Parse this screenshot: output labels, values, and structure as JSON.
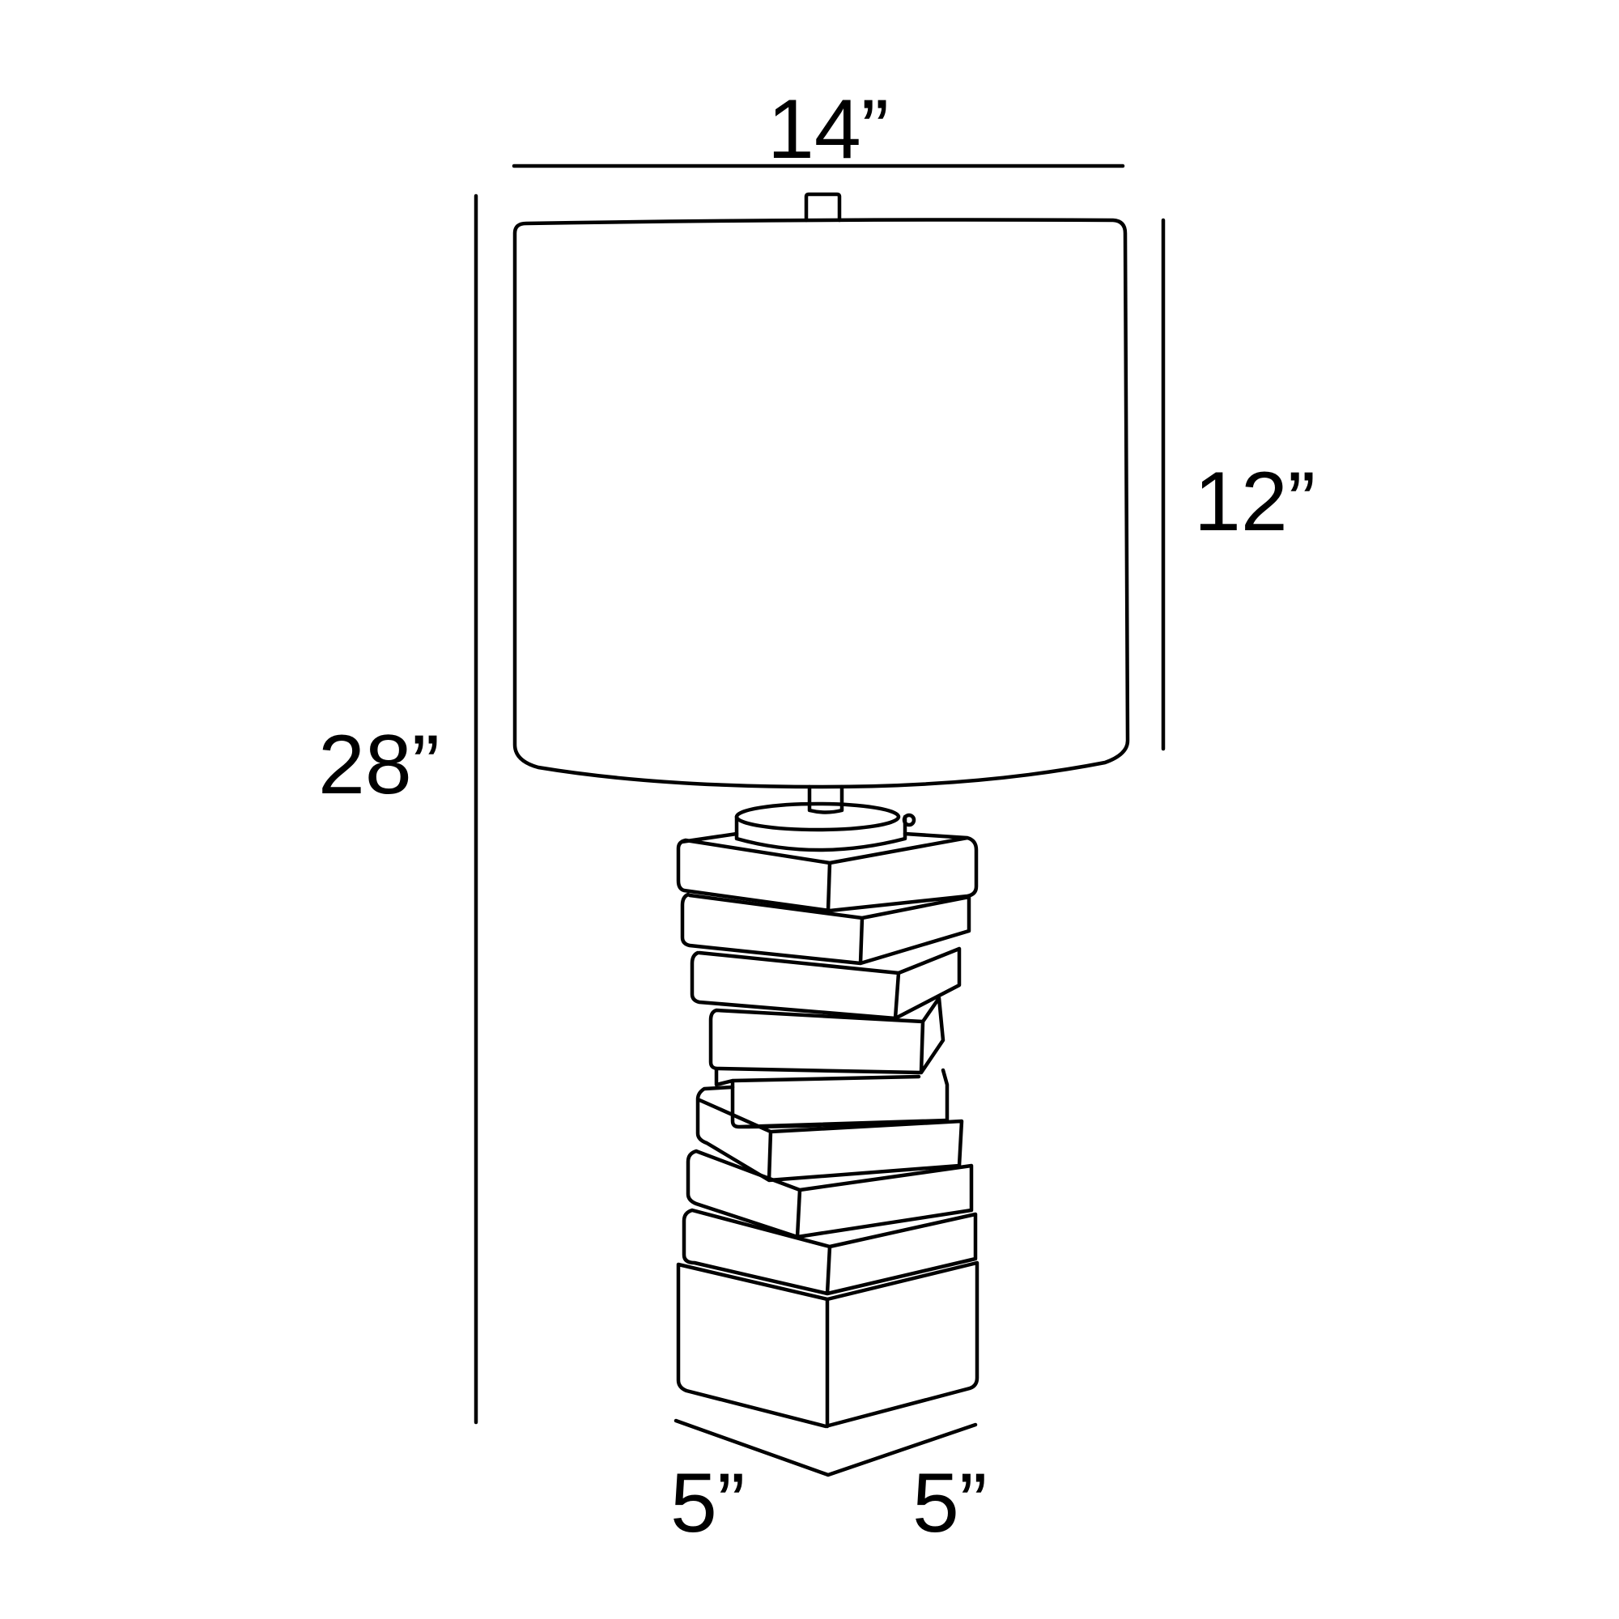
{
  "diagram": {
    "subject": "Table lamp with stacked-block base",
    "stroke_color": "#000000",
    "background_color": "#ffffff",
    "dimensions": {
      "shade_width": "14”",
      "shade_height": "12”",
      "overall_height": "28”",
      "base_depth": "5”",
      "base_width": "5”"
    },
    "base_block_count": 9
  }
}
